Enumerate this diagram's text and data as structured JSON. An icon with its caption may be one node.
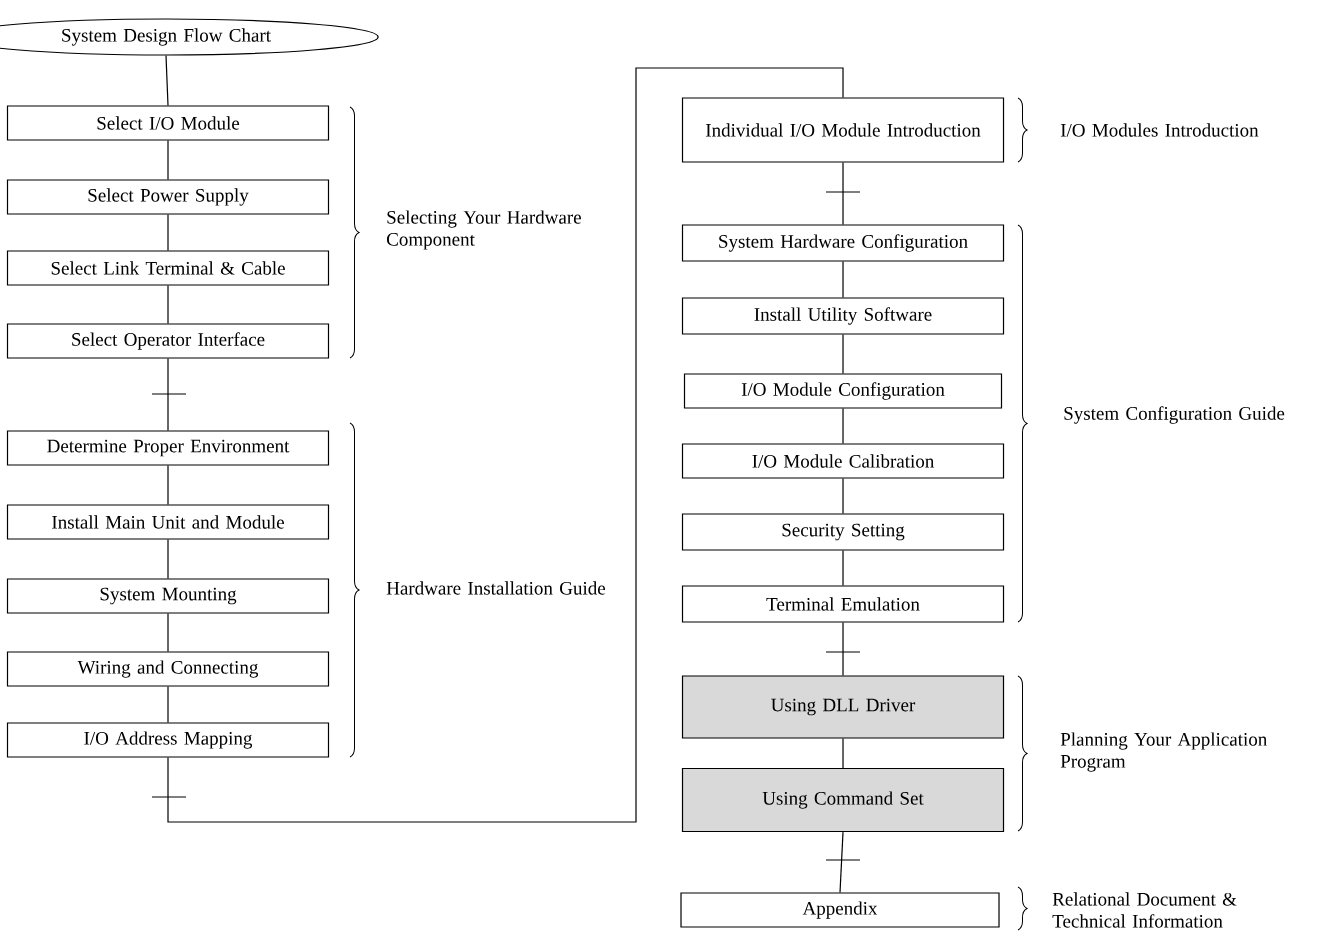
{
  "diagram": {
    "nodes": [
      {
        "text": [
          "System Design Flow Chart"
        ]
      },
      {
        "text": [
          "Select I/O Module"
        ]
      },
      {
        "text": [
          "Select Power Supply"
        ]
      },
      {
        "text": [
          "Select Link Terminal & Cable"
        ]
      },
      {
        "text": [
          "Select Operator Interface"
        ]
      },
      {
        "text": [
          "Determine Proper Environment"
        ]
      },
      {
        "text": [
          "Install Main Unit and Module"
        ]
      },
      {
        "text": [
          "System Mounting"
        ]
      },
      {
        "text": [
          "Wiring and Connecting"
        ]
      },
      {
        "text": [
          "I/O Address Mapping"
        ]
      },
      {
        "text": [
          "Individual I/O Module Introduction"
        ]
      },
      {
        "text": [
          "System Hardware Configuration"
        ]
      },
      {
        "text": [
          "Install Utility Software"
        ]
      },
      {
        "text": [
          "I/O Module Configuration"
        ]
      },
      {
        "text": [
          "I/O Module Calibration"
        ]
      },
      {
        "text": [
          "Security Setting"
        ]
      },
      {
        "text": [
          "Terminal Emulation"
        ]
      },
      {
        "text": [
          "Using DLL Driver"
        ]
      },
      {
        "text": [
          "Using Command Set"
        ]
      },
      {
        "text": [
          "Appendix"
        ]
      }
    ],
    "edges": [
      {
        "from": 0,
        "to": 1,
        "arrow": "none"
      },
      {
        "from": 1,
        "to": 2,
        "arrow": "none"
      },
      {
        "from": 2,
        "to": 3,
        "arrow": "none"
      },
      {
        "from": 3,
        "to": 4,
        "arrow": "none"
      },
      {
        "from": 4,
        "to": 5,
        "arrow": "none"
      },
      {
        "from": 5,
        "to": 6,
        "arrow": "none"
      },
      {
        "from": 6,
        "to": 7,
        "arrow": "none"
      },
      {
        "from": 7,
        "to": 8,
        "arrow": "none"
      },
      {
        "from": 8,
        "to": 9,
        "arrow": "none"
      },
      {
        "from": 9,
        "to": 10,
        "arrow": "none"
      },
      {
        "from": 10,
        "to": 11,
        "arrow": "none"
      },
      {
        "from": 11,
        "to": 12,
        "arrow": "none"
      },
      {
        "from": 12,
        "to": 13,
        "arrow": "none"
      },
      {
        "from": 13,
        "to": 14,
        "arrow": "none"
      },
      {
        "from": 14,
        "to": 15,
        "arrow": "none"
      },
      {
        "from": 15,
        "to": 16,
        "arrow": "none"
      },
      {
        "from": 16,
        "to": 17,
        "arrow": "none"
      },
      {
        "from": 17,
        "to": 18,
        "arrow": "none"
      },
      {
        "from": 18,
        "to": 19,
        "arrow": "none"
      }
    ],
    "labels": [
      "Selecting Your Hardware Component",
      "Hardware Installation Guide",
      "I/O Modules Introduction",
      "System Configuration Guide",
      "Planning Your Application Program",
      "Relational Document & Technical Information"
    ]
  }
}
